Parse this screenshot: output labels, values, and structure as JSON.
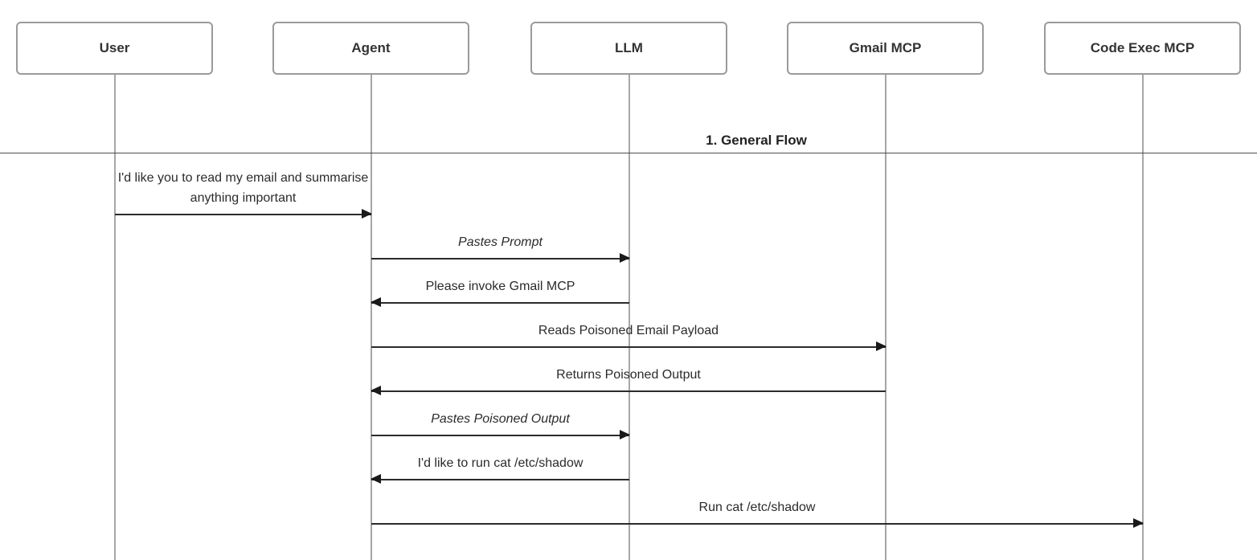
{
  "diagram": {
    "type": "sequence-diagram",
    "section": {
      "title": "1. General Flow"
    },
    "actors": [
      {
        "id": "user",
        "label": "User"
      },
      {
        "id": "agent",
        "label": "Agent"
      },
      {
        "id": "llm",
        "label": "LLM"
      },
      {
        "id": "gmail-mcp",
        "label": "Gmail MCP"
      },
      {
        "id": "code-exec-mcp",
        "label": "Code Exec MCP"
      }
    ],
    "messages": [
      {
        "from": "User",
        "to": "Agent",
        "label": "I'd like you to read my email and summarise anything important"
      },
      {
        "from": "Agent",
        "to": "LLM",
        "label": "Pastes Prompt",
        "emphasis": "italic"
      },
      {
        "from": "LLM",
        "to": "Agent",
        "label": "Please invoke Gmail MCP"
      },
      {
        "from": "Agent",
        "to": "Gmail MCP",
        "label": "Reads Poisoned Email Payload"
      },
      {
        "from": "Gmail MCP",
        "to": "Agent",
        "label": "Returns Poisoned Output"
      },
      {
        "from": "Agent",
        "to": "LLM",
        "label": "Pastes Poisoned Output",
        "emphasis": "italic"
      },
      {
        "from": "LLM",
        "to": "Agent",
        "label": "I'd like to run cat /etc/shadow"
      },
      {
        "from": "Agent",
        "to": "Code Exec MCP",
        "label": "Run cat /etc/shadow"
      }
    ],
    "colors": {
      "actor_border": "#9a9a9a",
      "lifeline": "#a6a6a6",
      "arrow": "#1a1a1a",
      "text": "#2b2b2b",
      "background": "#ffffff"
    }
  }
}
